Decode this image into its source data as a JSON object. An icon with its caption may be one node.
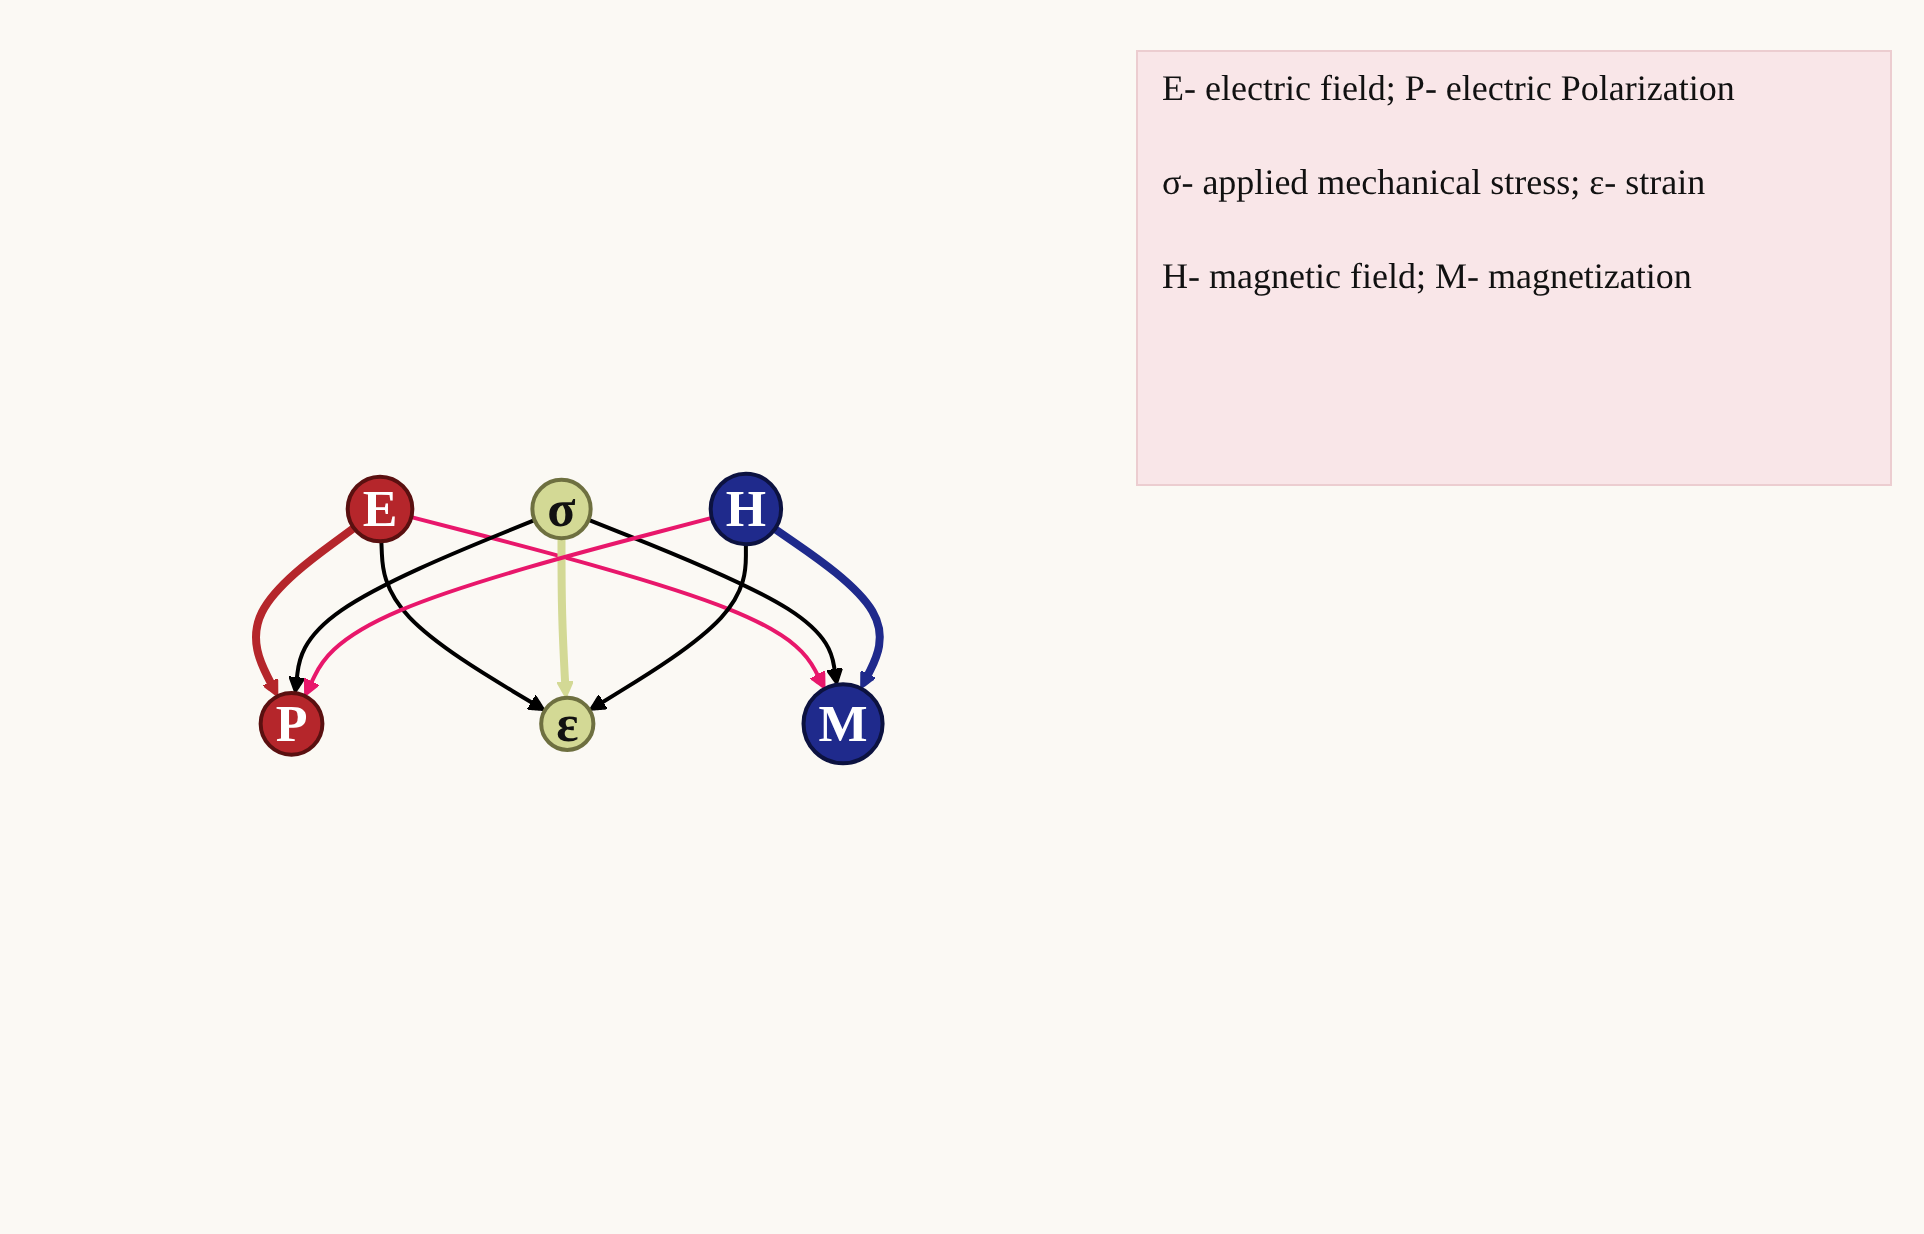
{
  "diagram": {
    "nodes": [
      {
        "text": [
          "E"
        ]
      },
      {
        "text": [
          "P"
        ]
      },
      {
        "text": [
          "ε"
        ]
      },
      {
        "text": [
          "M"
        ]
      },
      {
        "text": [
          "σ"
        ]
      },
      {
        "text": [
          "H"
        ]
      }
    ],
    "edges": [
      {
        "from": 0,
        "to": 1,
        "arrow": "to",
        "style": "thick",
        "color": "#b5262b"
      },
      {
        "from": 0,
        "to": 2,
        "arrow": "to"
      },
      {
        "from": 0,
        "to": 3,
        "arrow": "to",
        "color": "#e8176b"
      },
      {
        "from": 4,
        "to": 1,
        "arrow": "to"
      },
      {
        "from": 4,
        "to": 2,
        "arrow": "to",
        "style": "thick",
        "color": "#d3d995"
      },
      {
        "from": 4,
        "to": 3,
        "arrow": "to"
      },
      {
        "from": 5,
        "to": 3,
        "arrow": "to",
        "style": "thick",
        "color": "#1f2a8c"
      },
      {
        "from": 5,
        "to": 1,
        "arrow": "to",
        "color": "#e8176b"
      },
      {
        "from": 5,
        "to": 2,
        "arrow": "to"
      }
    ],
    "labels": [
      "E- electric field; P- electric Polarization",
      "σ- applied mechanical stress; ε- strain",
      "H- magnetic field; M- magnetization"
    ]
  }
}
